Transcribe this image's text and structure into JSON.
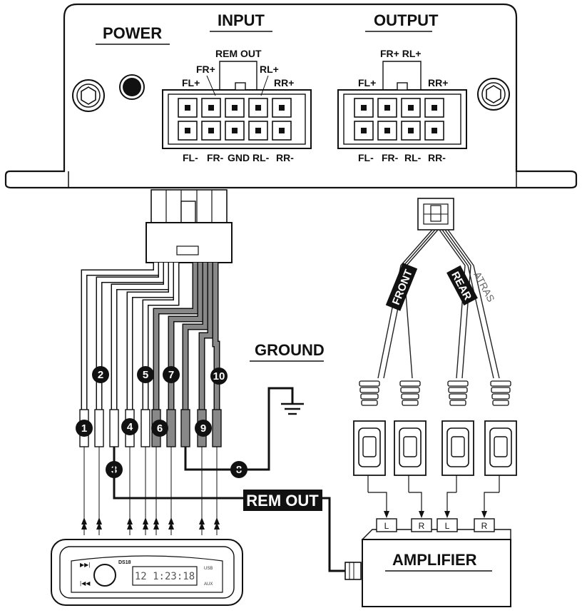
{
  "unit": {
    "power_label": "POWER",
    "input": {
      "title": "INPUT",
      "top_labels": [
        "REM OUT",
        "FR+",
        "FL+",
        "RL+",
        "RR+"
      ],
      "bottom_labels": [
        "FL-",
        "FR-",
        "GND",
        "RL-",
        "RR-"
      ]
    },
    "output": {
      "title": "OUTPUT",
      "top_labels": [
        "FR+ RL+",
        "FL+",
        "RR+"
      ],
      "bottom_labels": [
        "FL-",
        "FR-",
        "RL-",
        "RR-"
      ]
    }
  },
  "wires": {
    "badges": [
      "1",
      "2",
      "3",
      "4",
      "5",
      "6",
      "7",
      "8",
      "9",
      "10"
    ]
  },
  "ground": {
    "label": "GROUND"
  },
  "rca": {
    "front_label": "FRONT",
    "rear_label": "REAR",
    "rear_alt_label": "ATRAS"
  },
  "amplifier": {
    "title": "AMPLIFIER",
    "remote_label": "REM OUT",
    "channel_labels": [
      "L",
      "R",
      "L",
      "R"
    ]
  },
  "head_unit": {
    "display_time": "12 1:23:18",
    "brand": "DS18",
    "button_labels": [
      "▶▶|",
      "|◀◀"
    ],
    "side_labels": [
      "USB",
      "AUX"
    ]
  },
  "colors": {
    "line": "#111111",
    "wire_stripe": "#888888",
    "badge": "#111111"
  }
}
